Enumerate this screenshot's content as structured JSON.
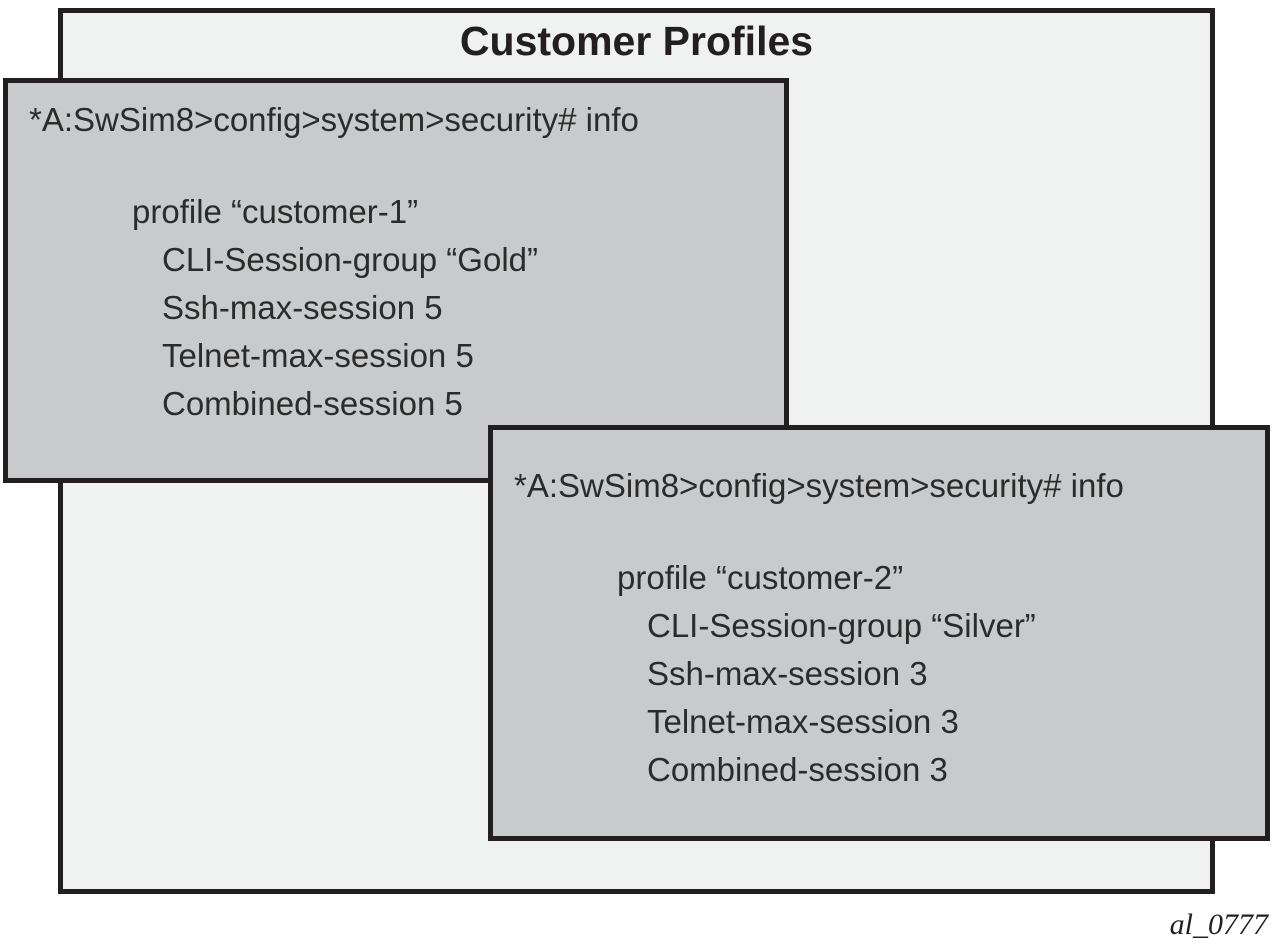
{
  "figure": {
    "title": "Customer Profiles",
    "figure_id": "al_0777",
    "colors": {
      "outer_fill": "#f0f1f1",
      "panel_fill": "#c9cacb",
      "border": "#231f20",
      "text": "#2b2b2b"
    },
    "panels": [
      {
        "name": "customer-1-profile",
        "prompt": "*A:SwSim8>config>system>security# info",
        "lines": [
          {
            "indent": 1,
            "text": "profile “customer-1”"
          },
          {
            "indent": 2,
            "text": "CLI-Session-group “Gold”"
          },
          {
            "indent": 2,
            "text": "Ssh-max-session 5"
          },
          {
            "indent": 2,
            "text": "Telnet-max-session 5"
          },
          {
            "indent": 2,
            "text": "Combined-session 5"
          }
        ]
      },
      {
        "name": "customer-2-profile",
        "prompt": "*A:SwSim8>config>system>security# info",
        "lines": [
          {
            "indent": 1,
            "text": "profile “customer-2”"
          },
          {
            "indent": 2,
            "text": "CLI-Session-group “Silver”"
          },
          {
            "indent": 2,
            "text": "Ssh-max-session 3"
          },
          {
            "indent": 2,
            "text": "Telnet-max-session 3"
          },
          {
            "indent": 2,
            "text": "Combined-session 3"
          }
        ]
      }
    ]
  }
}
